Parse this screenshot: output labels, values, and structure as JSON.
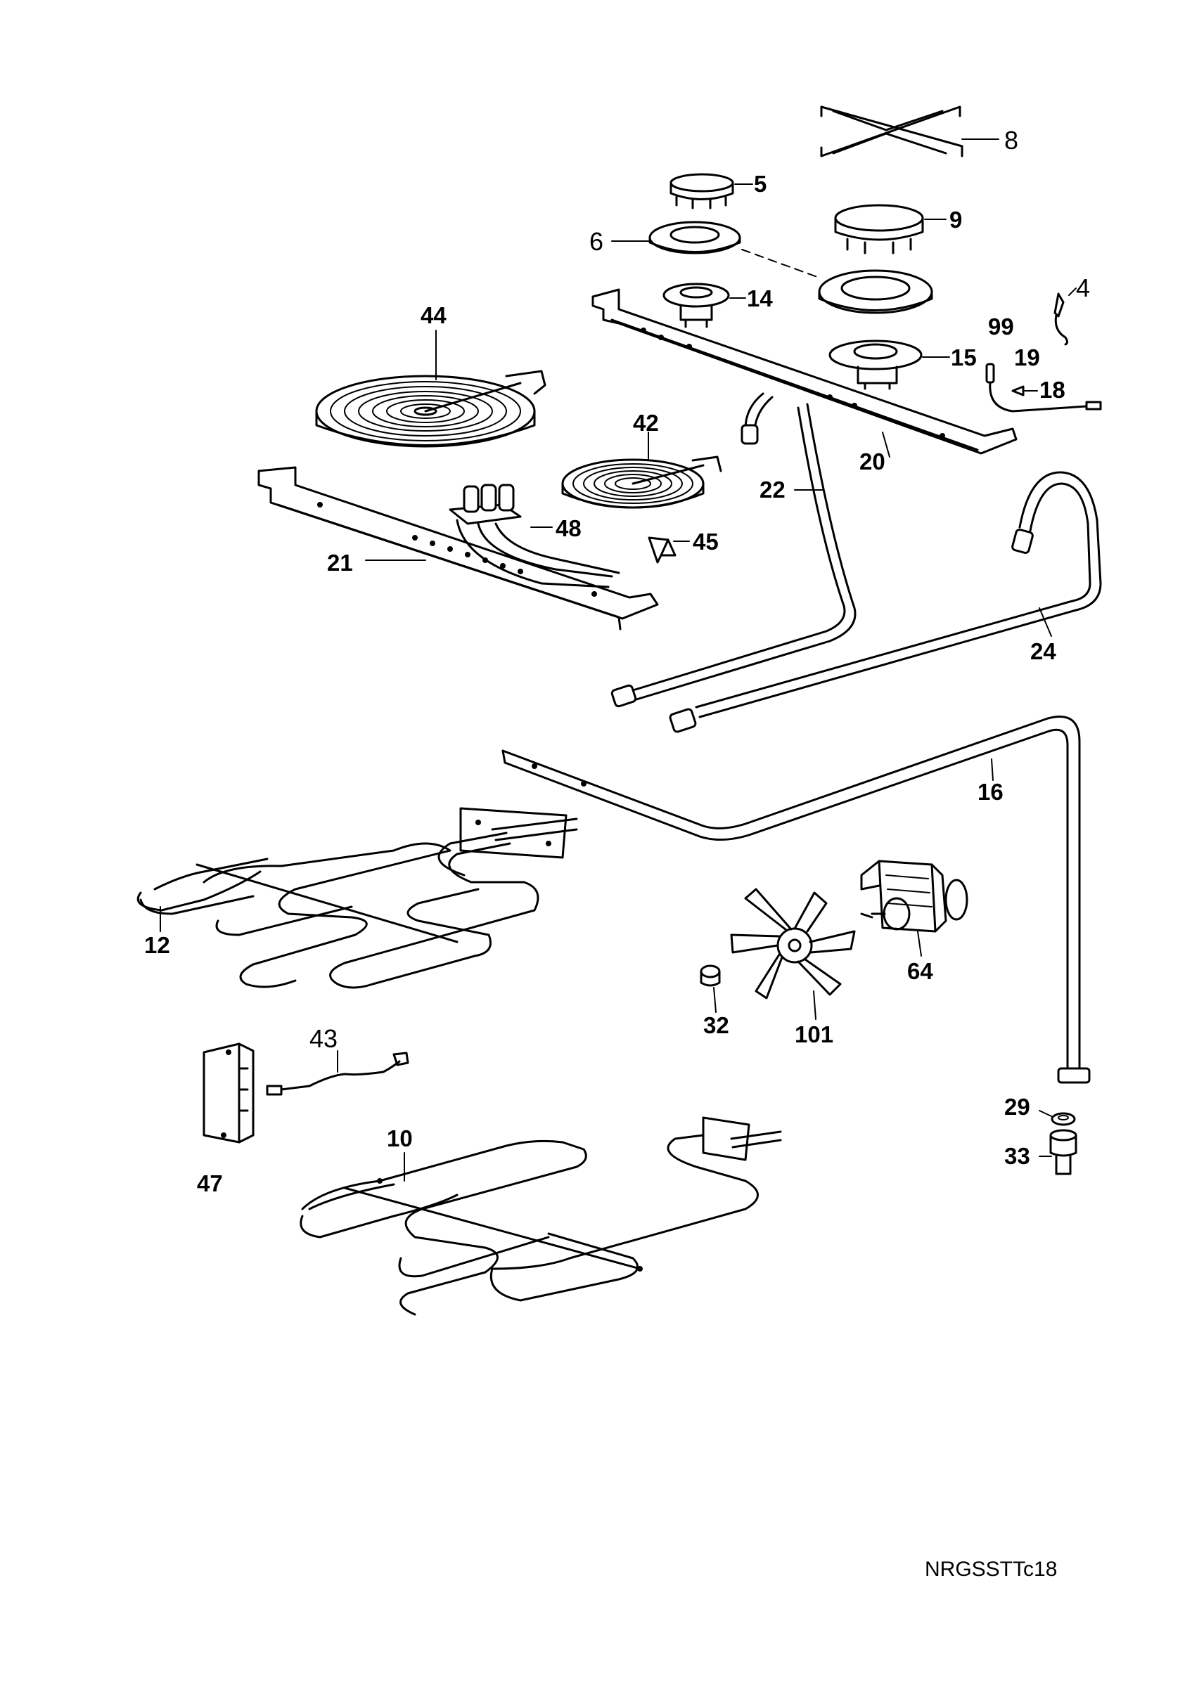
{
  "parts": [
    {
      "id": "8",
      "label": "8"
    },
    {
      "id": "5",
      "label": "5"
    },
    {
      "id": "6",
      "label": "6"
    },
    {
      "id": "9",
      "label": "9"
    },
    {
      "id": "14",
      "label": "14"
    },
    {
      "id": "4",
      "label": "4"
    },
    {
      "id": "44",
      "label": "44"
    },
    {
      "id": "99",
      "label": "99"
    },
    {
      "id": "19",
      "label": "19"
    },
    {
      "id": "15",
      "label": "15"
    },
    {
      "id": "18",
      "label": "18"
    },
    {
      "id": "20",
      "label": "20"
    },
    {
      "id": "42",
      "label": "42"
    },
    {
      "id": "22",
      "label": "22"
    },
    {
      "id": "48",
      "label": "48"
    },
    {
      "id": "45",
      "label": "45"
    },
    {
      "id": "21",
      "label": "21"
    },
    {
      "id": "24",
      "label": "24"
    },
    {
      "id": "16",
      "label": "16"
    },
    {
      "id": "12",
      "label": "12"
    },
    {
      "id": "64",
      "label": "64"
    },
    {
      "id": "32",
      "label": "32"
    },
    {
      "id": "101",
      "label": "101"
    },
    {
      "id": "43",
      "label": "43"
    },
    {
      "id": "29",
      "label": "29"
    },
    {
      "id": "10",
      "label": "10"
    },
    {
      "id": "33",
      "label": "33"
    },
    {
      "id": "47",
      "label": "47"
    }
  ],
  "reference_code": "NRGSSTTc18"
}
